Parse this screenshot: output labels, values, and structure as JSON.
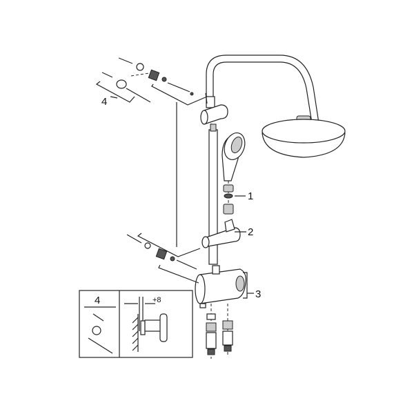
{
  "callouts": {
    "part_1": "1",
    "part_2": "2",
    "part_3": "3",
    "part_4": "4"
  },
  "inset": {
    "kit_label": "4",
    "offset_label": "+8"
  }
}
